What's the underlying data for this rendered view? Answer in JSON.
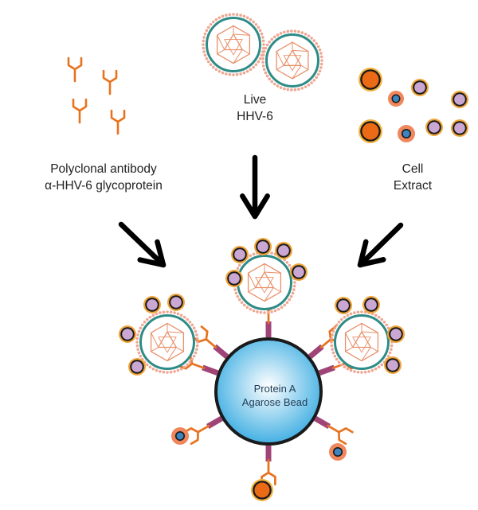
{
  "labels": {
    "antibody": [
      "Polyclonal antibody",
      "α-HHV-6 glycoprotein"
    ],
    "virus": [
      "Live",
      "HHV-6"
    ],
    "extract": [
      "Cell",
      "Extract"
    ],
    "bead": [
      "Protein A",
      "Agarose Bead"
    ]
  },
  "colors": {
    "antibody": "#e8731f",
    "virus_ring": "#2e8b86",
    "virus_dots": "#f0a793",
    "capsid": "#e8906a",
    "bead_fill_center": "#ffffff",
    "bead_fill_edge": "#43b0e3",
    "protein_a": "#a04478",
    "orange_cell": "#ea6a16",
    "orange_cell_ring": "#f4b340",
    "purple_cell": "#cba8d3",
    "purple_cell_ring": "#f0a53a",
    "small_cell_ring": "#f0875c",
    "small_cell_core": "#3c85bf",
    "arrow": "#000000"
  }
}
